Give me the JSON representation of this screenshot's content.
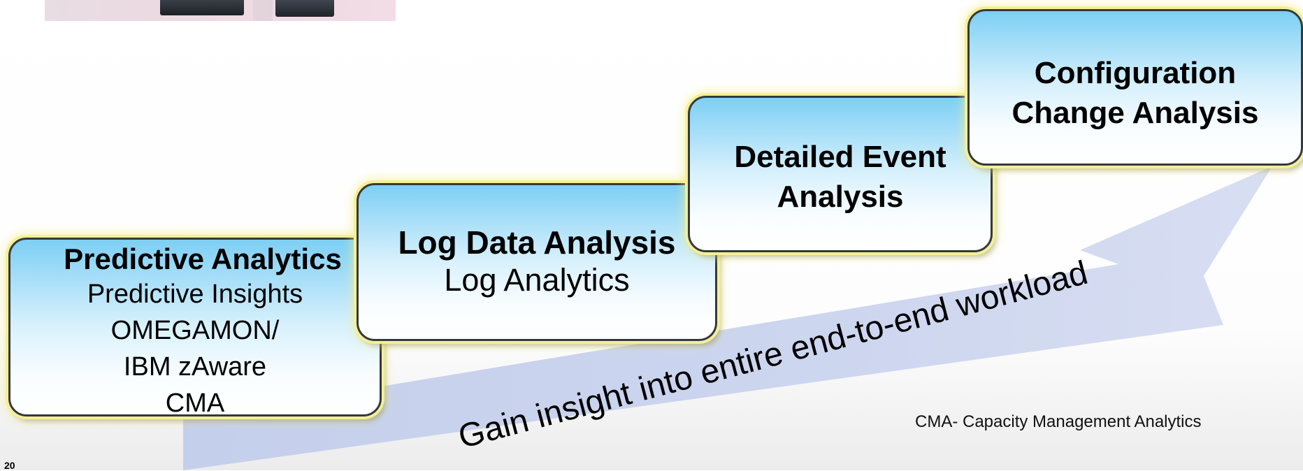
{
  "steps": [
    {
      "title": "Predictive Analytics",
      "lines": [
        "Predictive Insights",
        "OMEGAMON/",
        "IBM zAware",
        "CMA"
      ]
    },
    {
      "title": "Log Data Analysis",
      "lines": [
        "Log Analytics"
      ]
    },
    {
      "title_lines": [
        "Detailed Event",
        "Analysis"
      ]
    },
    {
      "title_lines": [
        "Configuration",
        "Change Analysis"
      ]
    }
  ],
  "slogan": "Gain insight into entire end-to-end workload",
  "footnote": "CMA- Capacity Management Analytics",
  "page_number": "20",
  "colors": {
    "box_top": "#7dcff4",
    "box_bottom": "#ffffff",
    "glow": "#f5ef95",
    "arrow": "#c9d3ee"
  }
}
